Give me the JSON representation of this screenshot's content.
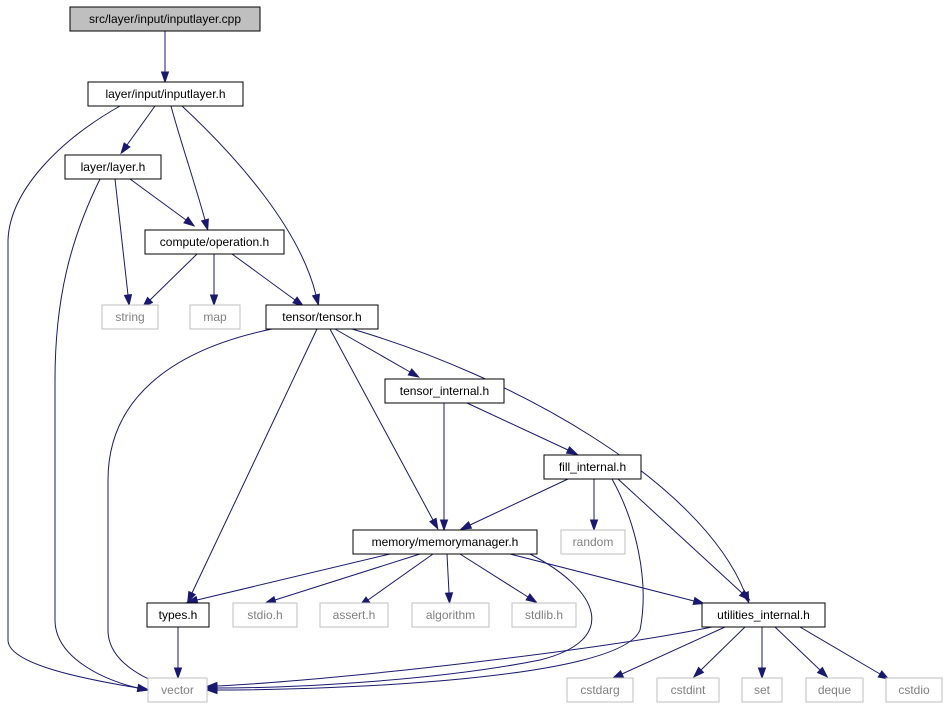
{
  "colors": {
    "edge": "#191970",
    "root_fill": "#bfbfbf",
    "node_border": "#000000",
    "system_border": "#bfbfbf",
    "system_text": "#808080"
  },
  "nodes": {
    "root": {
      "label": "src/layer/input/inputlayer.cpp",
      "kind": "root"
    },
    "inputlayer_h": {
      "label": "layer/input/inputlayer.h",
      "kind": "project"
    },
    "layer_h": {
      "label": "layer/layer.h",
      "kind": "project"
    },
    "operation_h": {
      "label": "compute/operation.h",
      "kind": "project"
    },
    "tensor_h": {
      "label": "tensor/tensor.h",
      "kind": "project"
    },
    "tensor_internal_h": {
      "label": "tensor_internal.h",
      "kind": "project"
    },
    "fill_internal_h": {
      "label": "fill_internal.h",
      "kind": "project"
    },
    "memorymanager_h": {
      "label": "memory/memorymanager.h",
      "kind": "project"
    },
    "types_h": {
      "label": "types.h",
      "kind": "project"
    },
    "utilities_internal_h": {
      "label": "utilities_internal.h",
      "kind": "project"
    },
    "string": {
      "label": "string",
      "kind": "system"
    },
    "map": {
      "label": "map",
      "kind": "system"
    },
    "random": {
      "label": "random",
      "kind": "system"
    },
    "stdio_h": {
      "label": "stdio.h",
      "kind": "system"
    },
    "assert_h": {
      "label": "assert.h",
      "kind": "system"
    },
    "algorithm": {
      "label": "algorithm",
      "kind": "system"
    },
    "stdlib_h": {
      "label": "stdlib.h",
      "kind": "system"
    },
    "vector": {
      "label": "vector",
      "kind": "system"
    },
    "cstdarg": {
      "label": "cstdarg",
      "kind": "system"
    },
    "cstdint": {
      "label": "cstdint",
      "kind": "system"
    },
    "set": {
      "label": "set",
      "kind": "system"
    },
    "deque": {
      "label": "deque",
      "kind": "system"
    },
    "cstdio": {
      "label": "cstdio",
      "kind": "system"
    }
  },
  "edges": [
    [
      "root",
      "inputlayer_h"
    ],
    [
      "inputlayer_h",
      "layer_h"
    ],
    [
      "inputlayer_h",
      "operation_h"
    ],
    [
      "inputlayer_h",
      "tensor_h"
    ],
    [
      "inputlayer_h",
      "vector"
    ],
    [
      "layer_h",
      "operation_h"
    ],
    [
      "layer_h",
      "string"
    ],
    [
      "layer_h",
      "vector"
    ],
    [
      "operation_h",
      "string"
    ],
    [
      "operation_h",
      "map"
    ],
    [
      "operation_h",
      "tensor_h"
    ],
    [
      "tensor_h",
      "tensor_internal_h"
    ],
    [
      "tensor_h",
      "memorymanager_h"
    ],
    [
      "tensor_h",
      "types_h"
    ],
    [
      "tensor_h",
      "utilities_internal_h"
    ],
    [
      "tensor_h",
      "vector"
    ],
    [
      "tensor_internal_h",
      "memorymanager_h"
    ],
    [
      "tensor_internal_h",
      "fill_internal_h"
    ],
    [
      "fill_internal_h",
      "memorymanager_h"
    ],
    [
      "fill_internal_h",
      "random"
    ],
    [
      "fill_internal_h",
      "utilities_internal_h"
    ],
    [
      "fill_internal_h",
      "vector"
    ],
    [
      "memorymanager_h",
      "types_h"
    ],
    [
      "memorymanager_h",
      "stdio_h"
    ],
    [
      "memorymanager_h",
      "assert_h"
    ],
    [
      "memorymanager_h",
      "algorithm"
    ],
    [
      "memorymanager_h",
      "stdlib_h"
    ],
    [
      "memorymanager_h",
      "utilities_internal_h"
    ],
    [
      "memorymanager_h",
      "vector"
    ],
    [
      "types_h",
      "vector"
    ],
    [
      "utilities_internal_h",
      "vector"
    ],
    [
      "utilities_internal_h",
      "cstdarg"
    ],
    [
      "utilities_internal_h",
      "cstdint"
    ],
    [
      "utilities_internal_h",
      "set"
    ],
    [
      "utilities_internal_h",
      "deque"
    ],
    [
      "utilities_internal_h",
      "cstdio"
    ]
  ]
}
